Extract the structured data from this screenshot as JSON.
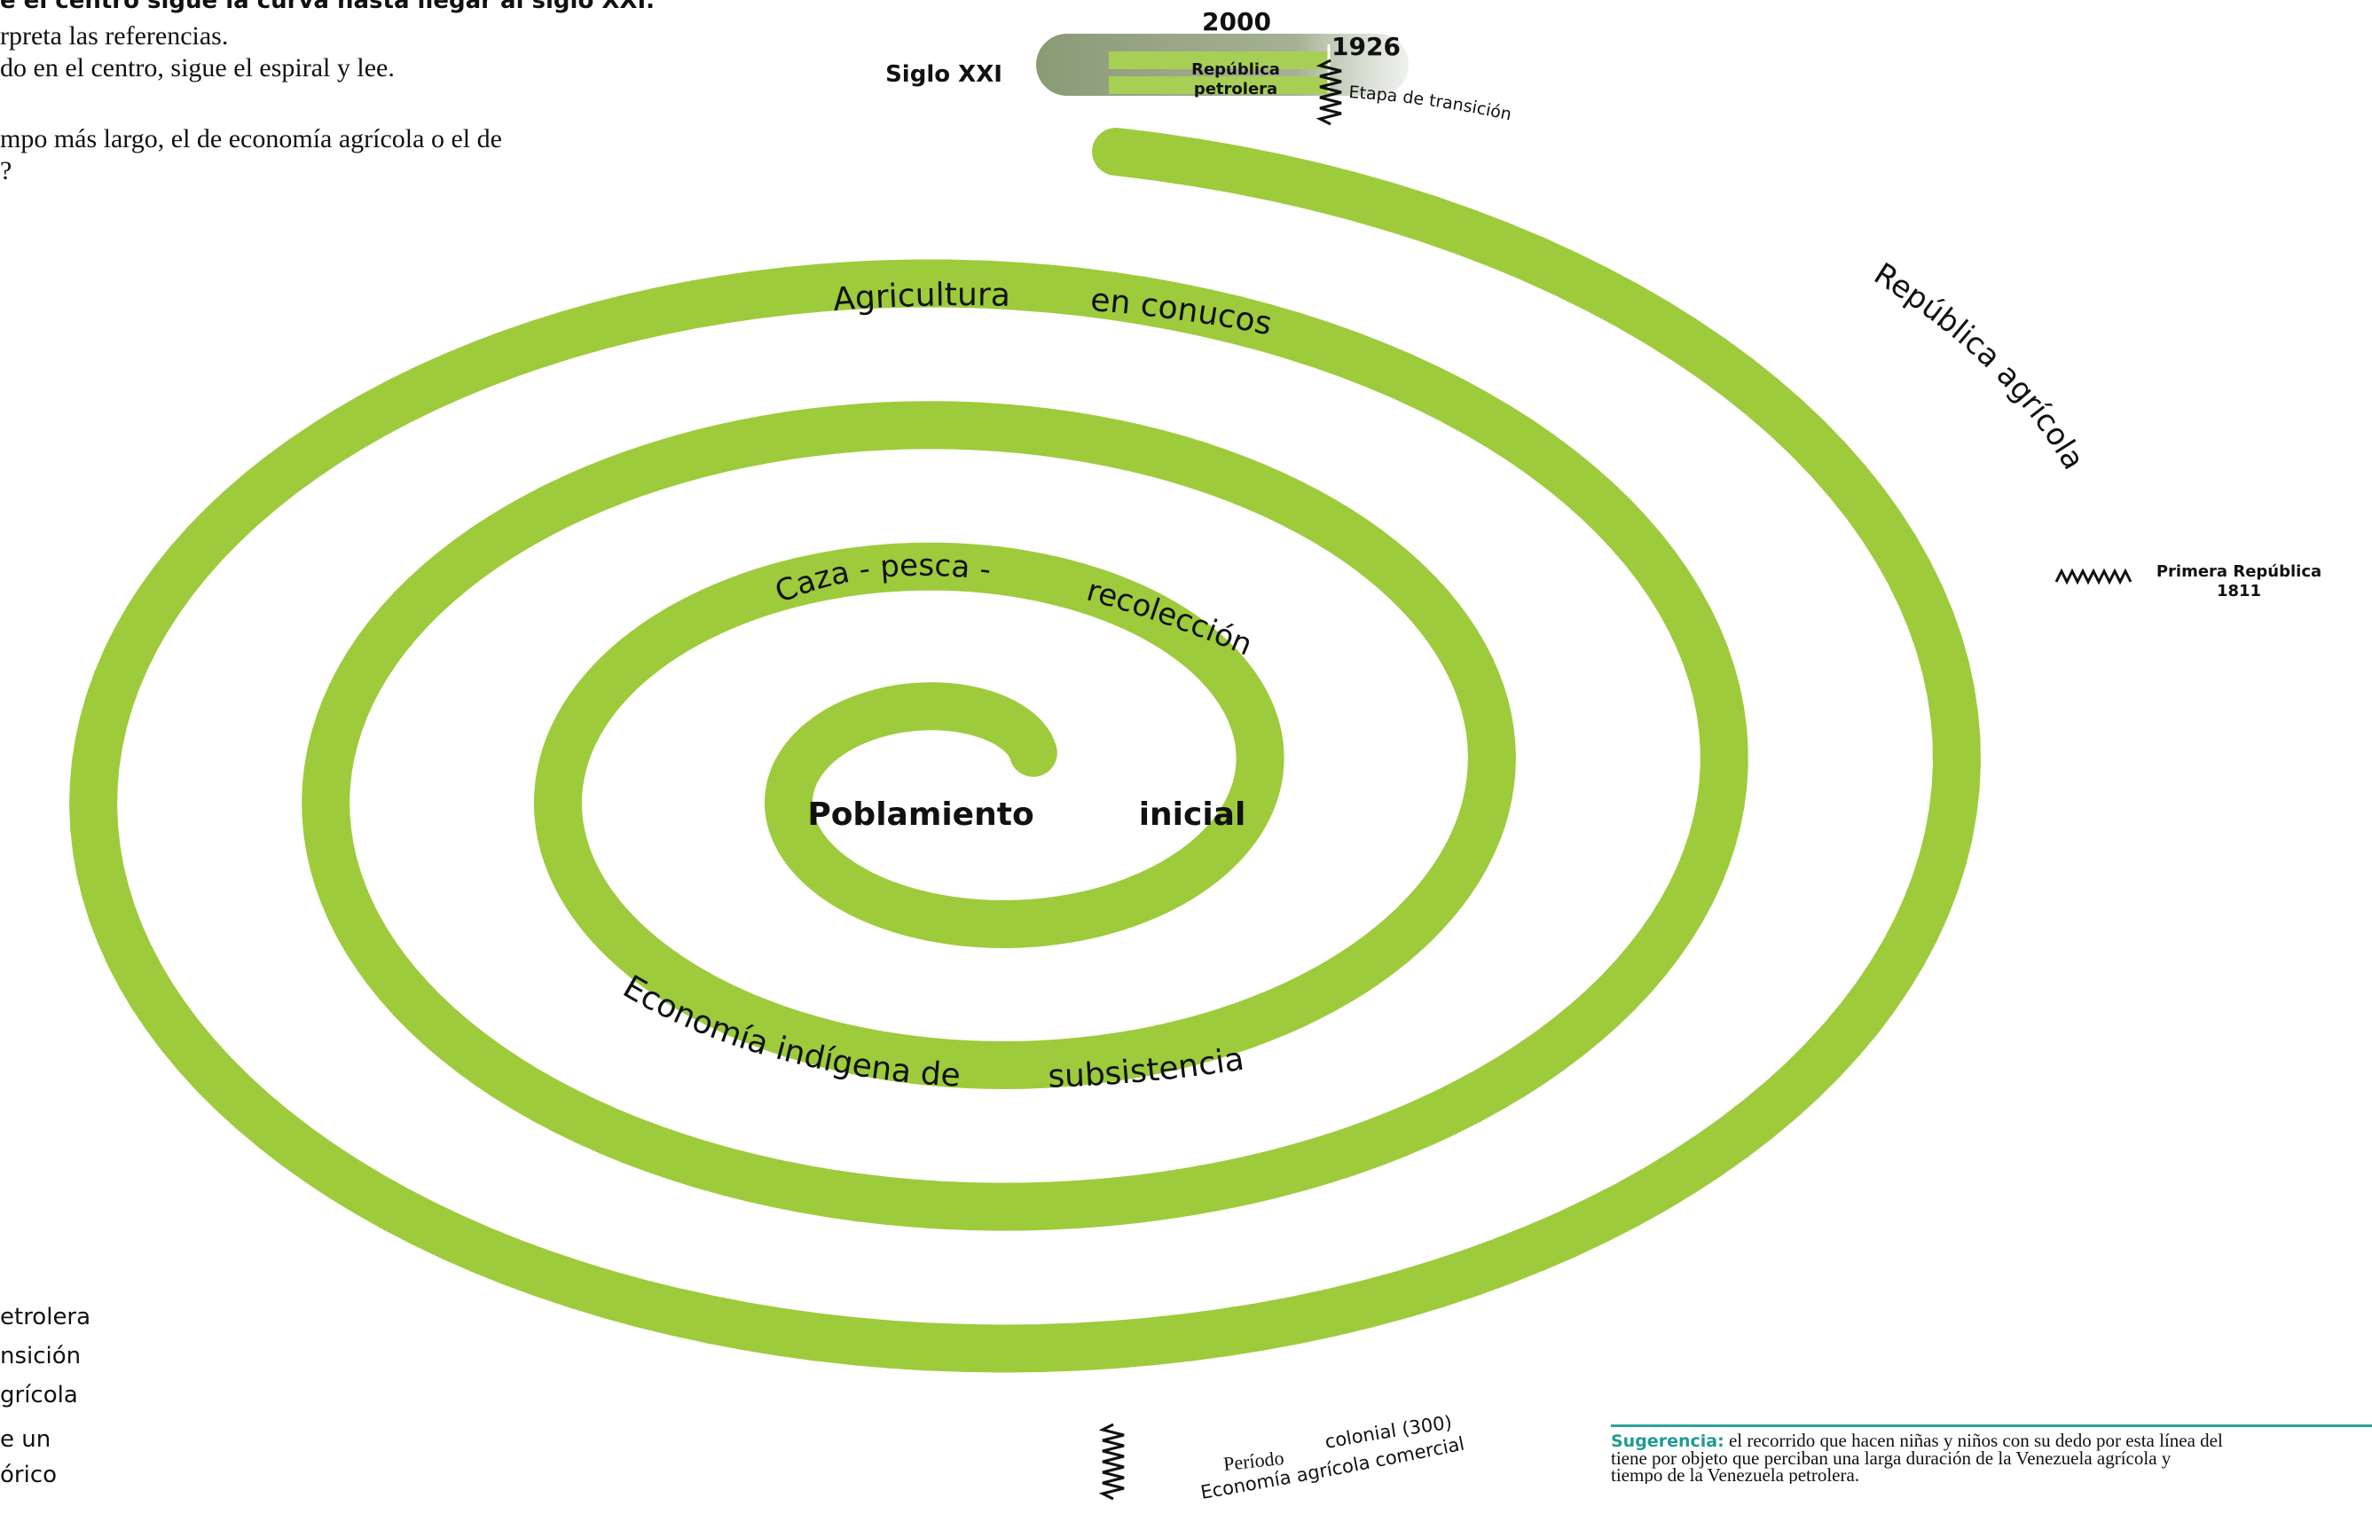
{
  "header": {
    "title_line": "e el centro sigue la curva hasta llegar al siglo XXI.",
    "line1": "rpreta las referencias.",
    "line2": "do en el centro, sigue el espiral y lee.",
    "line3": "mpo más largo, el de economía agrícola o el de",
    "line4": "?"
  },
  "labels": {
    "year_2000": "2000",
    "year_1926": "1926",
    "siglo_xxi": "Siglo XXI",
    "republica_petrolera_1": "República",
    "republica_petrolera_2": "petrolera",
    "etapa_transicion": "Etapa de transición",
    "republica_agricola": "República agrícola",
    "primera_republica": "Primera República",
    "year_1811": "1811",
    "agricultura": "Agricultura",
    "en_conucos": "en conucos",
    "caza_pesca": "Caza - pesca -",
    "recoleccion": "recolección",
    "poblamiento": "Poblamiento",
    "inicial": "inicial",
    "economia_indigena": "Economía indígena de",
    "subsistencia": "subsistencia",
    "periodo": "Período",
    "colonial": "colonial (300)",
    "economia_agricola_comercial": "Economía agrícola comercial"
  },
  "legend": {
    "items": [
      "etrolera",
      "nsición",
      "grícola",
      "e un",
      "órico"
    ]
  },
  "suggestion": {
    "label": "Sugerencia:",
    "line1": "el recorrido que hacen niñas y niños con su dedo por esta línea del",
    "line2": "tiene por objeto que perciban una larga duración de la Venezuela agrícola y",
    "line3": "tiempo de la Venezuela petrolera."
  },
  "colors": {
    "spiral": "#9dcb3c",
    "petrolera": "#8a9a76",
    "accent": "#1f9a92",
    "text": "#111111"
  }
}
